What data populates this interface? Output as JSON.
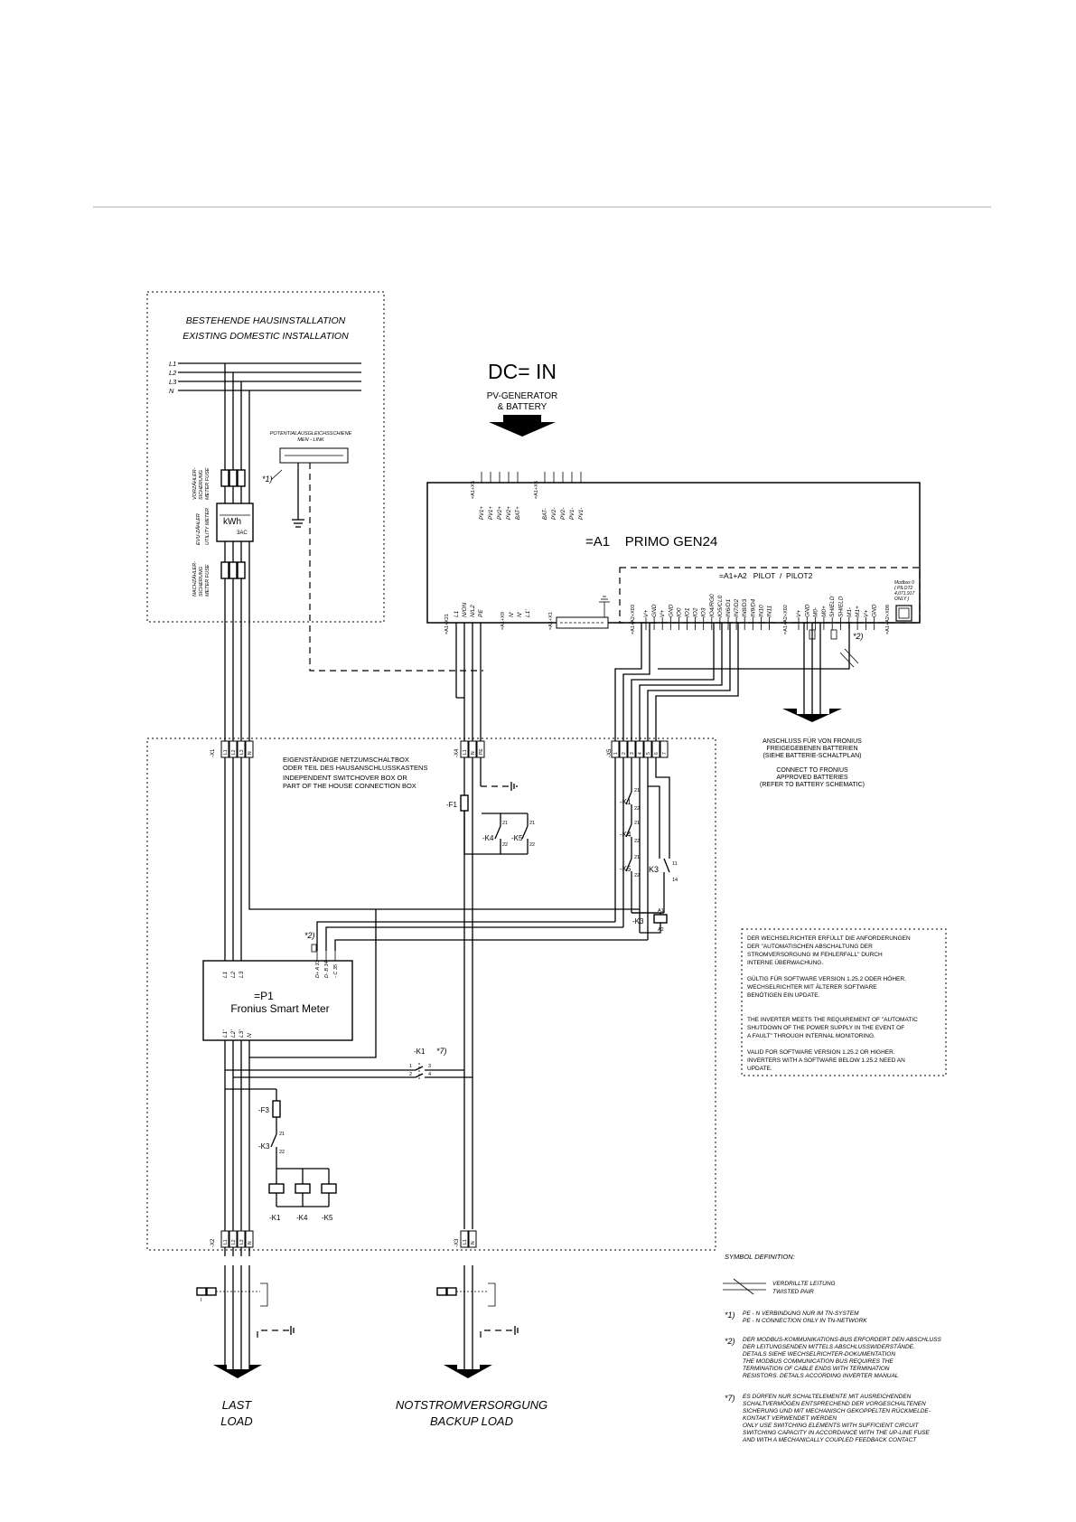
{
  "domestic": {
    "title_de": "BESTEHENDE HAUSINSTALLATION",
    "title_en": "EXISTING DOMESTIC INSTALLATION",
    "phases": [
      "L1",
      "L2",
      "L3",
      "N"
    ],
    "potential_de": "POTENTIALAUSGLEICHSSCHIENE",
    "potential_en": "MEN - LINK",
    "vz_fuse_de": "VORZÄHLER-",
    "vz_fuse_de2": "SICHERUNG",
    "vz_fuse_en": "METER FUSE",
    "meter_de": "EVU-ZÄHLER",
    "meter_en": "UTILITY METER",
    "nz_fuse_de": "NACHZÄHLER-",
    "nz_fuse_de2": "SICHERUNG",
    "nz_fuse_en": "METER FUSE",
    "kwh": "kWh",
    "ac": "3AC",
    "note1": "*1)"
  },
  "dc": {
    "title": "DC= IN",
    "sub1": "PV-GENERATOR",
    "sub2": "& BATTERY"
  },
  "inverter": {
    "name": "=A1    PRIMO GEN24",
    "x5_ref": "=A1+X5",
    "x5_pins": [
      "PV1+",
      "PV1+",
      "PV2+",
      "PV2+",
      "BAT+"
    ],
    "x6_ref": "=A1+X6",
    "x6_pins": [
      "BAT-",
      "PV2-",
      "PV2-",
      "PV1-",
      "PV1-"
    ],
    "x21_ref": "=A1+X21",
    "x21_pins": [
      "L1",
      "N/ON",
      "N/L2",
      "PE"
    ],
    "x9_ref": "=A1+X9",
    "x9_pins": [
      "N'",
      "N'",
      "L1'"
    ],
    "x1_ref": "=A1+X1",
    "pilot": "=A1+A2   PILOT  /  PILOT2",
    "x03_ref": "=A1+A2+X03",
    "x03_pins": [
      "V+",
      "GND",
      "V+",
      "GND",
      "IO0",
      "IO1",
      "IO2",
      "IO3",
      "IO4/RG0",
      "IO5/CL0",
      "IN6/D1",
      "IN7/D2",
      "IN8/D3",
      "IN9/D4",
      "IN10",
      "IN11"
    ],
    "x02_ref": "=A1+A2+X02",
    "x02_pins": [
      "V+",
      "GND",
      "M0-",
      "M0+",
      "SHIELD",
      "SHIELD",
      "M1-",
      "M1+",
      "V+",
      "GND"
    ],
    "x08_ref": "=A1+A2+X08",
    "modbus1": "Modbus 0",
    "modbus2": "( PILOT2",
    "modbus3": "4,071,917",
    "modbus4": "ONLY )",
    "note2": "*2)"
  },
  "battery": {
    "de1": "ANSCHLUSS FÜR VON FRONIUS",
    "de2": "FREIGEGEBENEN BATTERIEN",
    "de3": "(SIEHE BATTERIE-SCHALTPLAN)",
    "en1": "CONNECT TO FRONIUS",
    "en2": "APPROVED BATTERIES",
    "en3": "(REFER TO BATTERY SCHEMATIC)"
  },
  "switchbox": {
    "de1": "EIGENSTÄNDIGE NETZUMSCHALTBOX",
    "de2": "ODER TEIL DES HAUSANSCHLUSSKASTENS",
    "en1": "INDEPENDENT SWITCHOVER BOX OR",
    "en2": "PART OF THE HOUSE CONNECTION BOX",
    "x1": "-X1",
    "x1_pins": [
      "L1",
      "L2",
      "L3",
      "N"
    ],
    "x4": "-X4",
    "x4_pins": [
      "L1",
      "N",
      "PE"
    ],
    "x5": "-X5",
    "x5_pins": [
      "1",
      "2",
      "3",
      "4",
      "5",
      "6",
      "7"
    ],
    "f1": "-F1",
    "k4": "-K4",
    "k5": "-K5",
    "k1": "-K1",
    "k3": "-K3",
    "k3b": "K3",
    "f3": "-F3",
    "k1_21": "21",
    "k1_22": "22",
    "k4_21": "21",
    "k4_22": "22",
    "k5_21": "21",
    "k5_22": "22",
    "k3_11": "11",
    "k3_14": "14",
    "a1": "A1",
    "a2": "A2",
    "note2": "*2)",
    "note7": "*7)",
    "k1_top": "-K1",
    "contact_pins": [
      "1",
      "2",
      "3",
      "4"
    ],
    "coils": [
      "-K1",
      "-K4",
      "-K5"
    ],
    "x2": "-X2",
    "x2_pins": [
      "L1",
      "L2",
      "L3",
      "N"
    ],
    "x3": "-X3",
    "x3_pins": [
      "L1",
      "N"
    ]
  },
  "smart_meter": {
    "name": "=P1",
    "subtitle": "Fronius Smart Meter",
    "top_pins": [
      "L1",
      "L2",
      "L3"
    ],
    "bus_pins": [
      "D+ A 33",
      "D- B 34",
      "- C 35"
    ],
    "bottom_pins": [
      "L1'",
      "L2'",
      "L3'",
      "N"
    ]
  },
  "outputs": {
    "load_de": "LAST",
    "load_en": "LOAD",
    "backup_de": "NOTSTROMVERSORGUNG",
    "backup_en": "BACKUP LOAD"
  },
  "requirement_note": {
    "lines": [
      "DER WECHSELRICHTER ERFÜLLT DIE ANFORDERUNGEN",
      "DER \"AUTOMATISCHEN ABSCHALTUNG DER",
      "STROMVERSORGUNG IM FEHLERFALL\" DURCH",
      "INTERNE ÜBERWACHUNG.",
      "",
      "GÜLTIG FÜR SOFTWARE VERSION 1.25.2 ODER HÖHER.",
      "WECHSELRICHTER MIT ÄLTERER SOFTWARE",
      "BENÖTIGEN EIN UPDATE.",
      "",
      "",
      "THE INVERTER MEETS THE REQUIREMENT OF \"AUTOMATIC",
      "SHUTDOWN OF THE POWER SUPPLY IN THE EVENT OF",
      "A FAULT\" THROUGH INTERNAL MONITORING.",
      "",
      "VALID FOR SOFTWARE VERSION 1.25.2 OR HIGHER.",
      "INVERTERS WITH A SOFTWARE BELOW 1.25.2 NEED AN",
      "UPDATE."
    ]
  },
  "legend": {
    "title": "SYMBOL DEFINITION:",
    "twisted_de": "VERDRILLTE LEITUNG",
    "twisted_en": "TWISTED PAIR",
    "n1_key": "*1)",
    "n1_lines": [
      "PE - N VERBINDUNG NUR IM TN-SYSTEM",
      "PE - N CONNECTION ONLY IN TN-NETWORK"
    ],
    "n2_key": "*2)",
    "n2_lines": [
      "DER MODBUS-KOMMUNIKATIONS-BUS ERFORDERT DEN ABSCHLUSS",
      "DER LEITUNGSENDEN MITTELS ABSCHLUSSWIDERSTÄNDE.",
      "DETAILS SIEHE WECHSELRICHTER-DOKUMENTATION",
      "THE MODBUS COMMUNICATION BUS REQUIRES THE",
      "TERMINATION OF CABLE ENDS WITH TERMINATION",
      "RESISTORS. DETAILS ACCORDING INVERTER MANUAL"
    ],
    "n7_key": "*7)",
    "n7_lines": [
      "ES DÜRFEN NUR SCHALTELEMENTE MIT AUSREICHENDEN",
      "SCHALTVERMÖGEN ENTSPRECHEND DER VORGESCHALTENEN",
      "SICHERUNG UND MIT MECHANISCH GEKOPPELTEN RÜCKMELDE-",
      "KONTAKT VERWENDET WERDEN",
      "ONLY USE SWITCHING ELEMENTS WITH SUFFICIENT CIRCUIT",
      "SWITCHING CAPACITY IN ACCORDANCE WITH THE UP-LINE FUSE",
      "AND WITH A MECHANICALLY COUPLED FEEDBACK CONTACT"
    ]
  }
}
